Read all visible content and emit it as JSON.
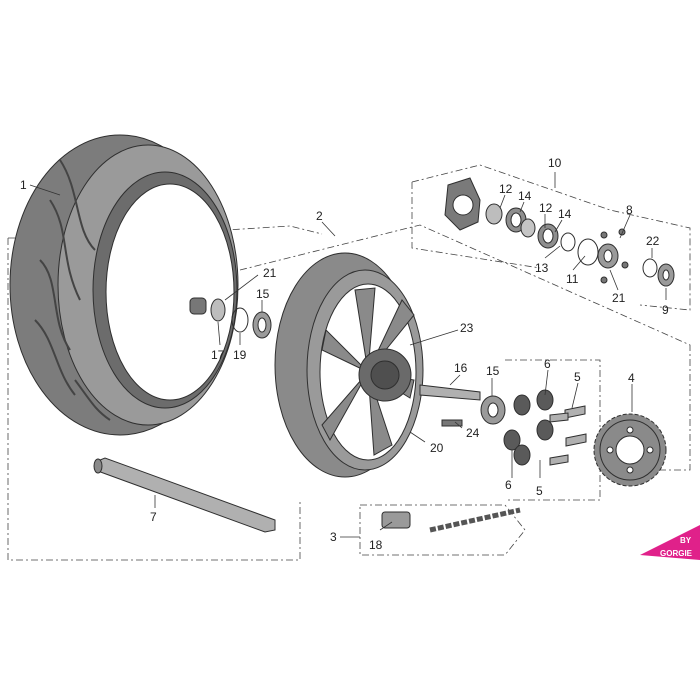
{
  "diagram": {
    "colors": {
      "background": "#ffffff",
      "part_fill": "#8c8c8c",
      "part_dark": "#5a5a5a",
      "part_light": "#c9c9c9",
      "line": "#333333",
      "brand": "#e0218a"
    },
    "callouts": {
      "c1": "1",
      "c2": "2",
      "c3": "3",
      "c4": "4",
      "c5a": "5",
      "c5b": "5",
      "c6a": "6",
      "c6b": "6",
      "c7": "7",
      "c8": "8",
      "c9": "9",
      "c10": "10",
      "c11": "11",
      "c12a": "12",
      "c12b": "12",
      "c13": "13",
      "c14a": "14",
      "c14b": "14",
      "c15a": "15",
      "c15b": "15",
      "c16": "16",
      "c17": "17",
      "c18": "18",
      "c19": "19",
      "c20": "20",
      "c21a": "21",
      "c21b": "21",
      "c22": "22",
      "c23": "23",
      "c24": "24"
    },
    "brand_line1": "BY",
    "brand_line2": "GORGIE"
  }
}
